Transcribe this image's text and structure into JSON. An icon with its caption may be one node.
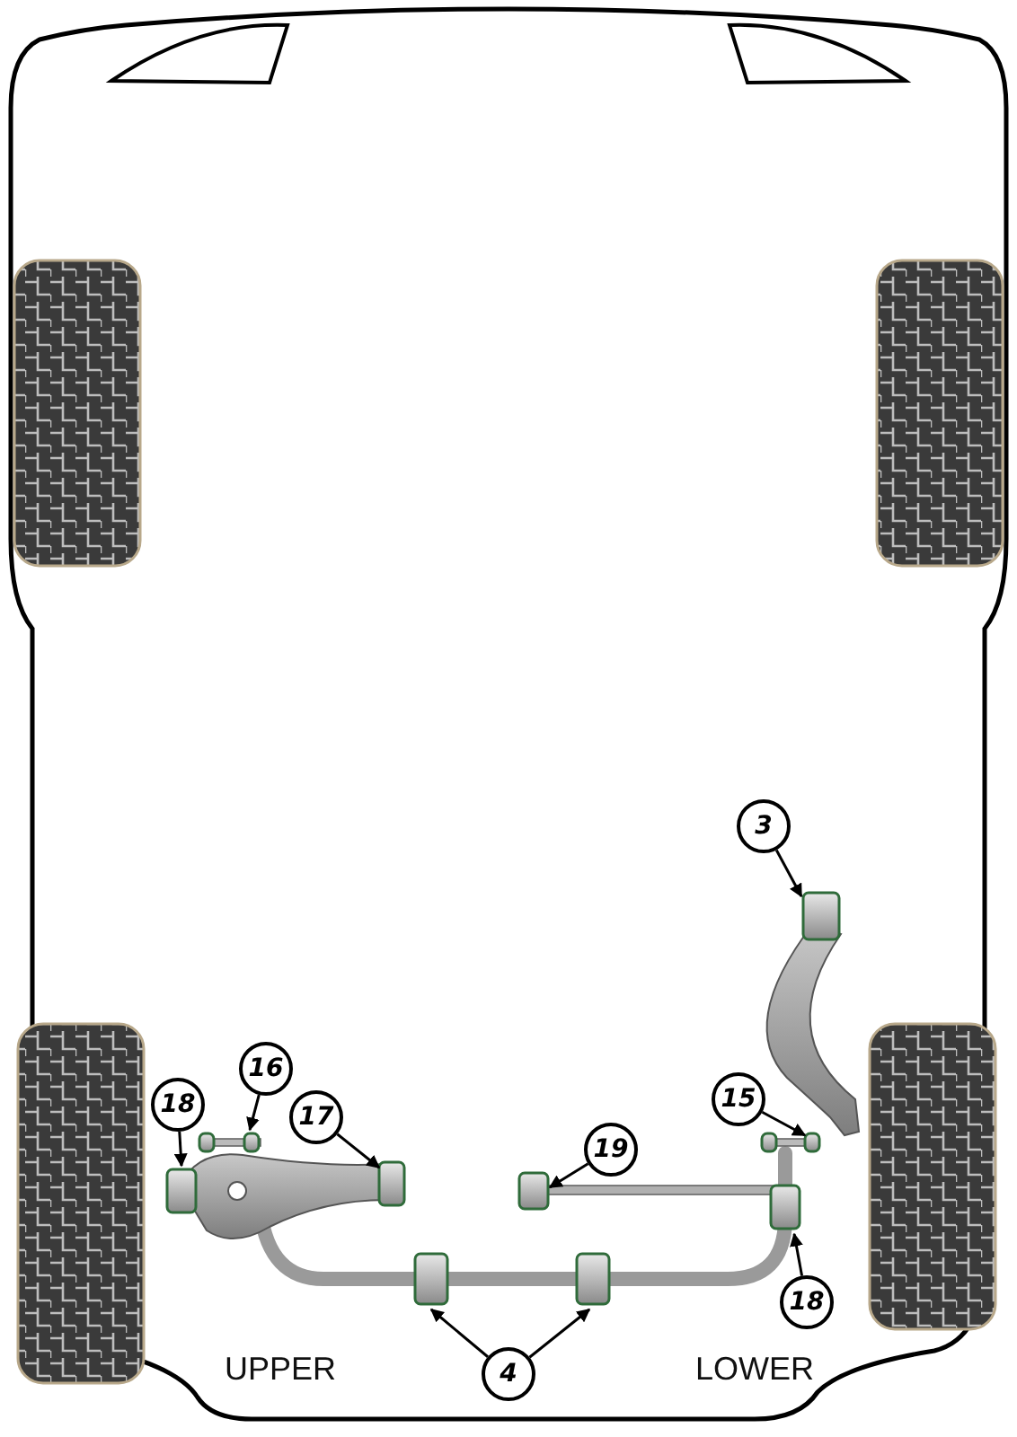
{
  "diagram": {
    "nodes": [
      {
        "text": [
          "3"
        ]
      },
      {
        "text": [
          "16"
        ]
      },
      {
        "text": [
          "15"
        ]
      },
      {
        "text": [
          "18"
        ]
      },
      {
        "text": [
          "17"
        ]
      },
      {
        "text": [
          "19"
        ]
      },
      {
        "text": [
          "18"
        ]
      },
      {
        "text": [
          "4"
        ]
      }
    ],
    "edges": [
      {
        "from": 0,
        "to": null,
        "arrow": "to"
      },
      {
        "from": 1,
        "to": null,
        "arrow": "to"
      },
      {
        "from": 2,
        "to": null,
        "arrow": "to"
      },
      {
        "from": 3,
        "to": null,
        "arrow": "to"
      },
      {
        "from": 4,
        "to": null,
        "arrow": "to"
      },
      {
        "from": 5,
        "to": null,
        "arrow": "to"
      },
      {
        "from": 6,
        "to": null,
        "arrow": "to"
      },
      {
        "from": 7,
        "to": null,
        "arrow": "to"
      },
      {
        "from": 7,
        "to": null,
        "arrow": "to"
      }
    ],
    "labels": [
      "UPPER",
      "LOWER"
    ]
  }
}
